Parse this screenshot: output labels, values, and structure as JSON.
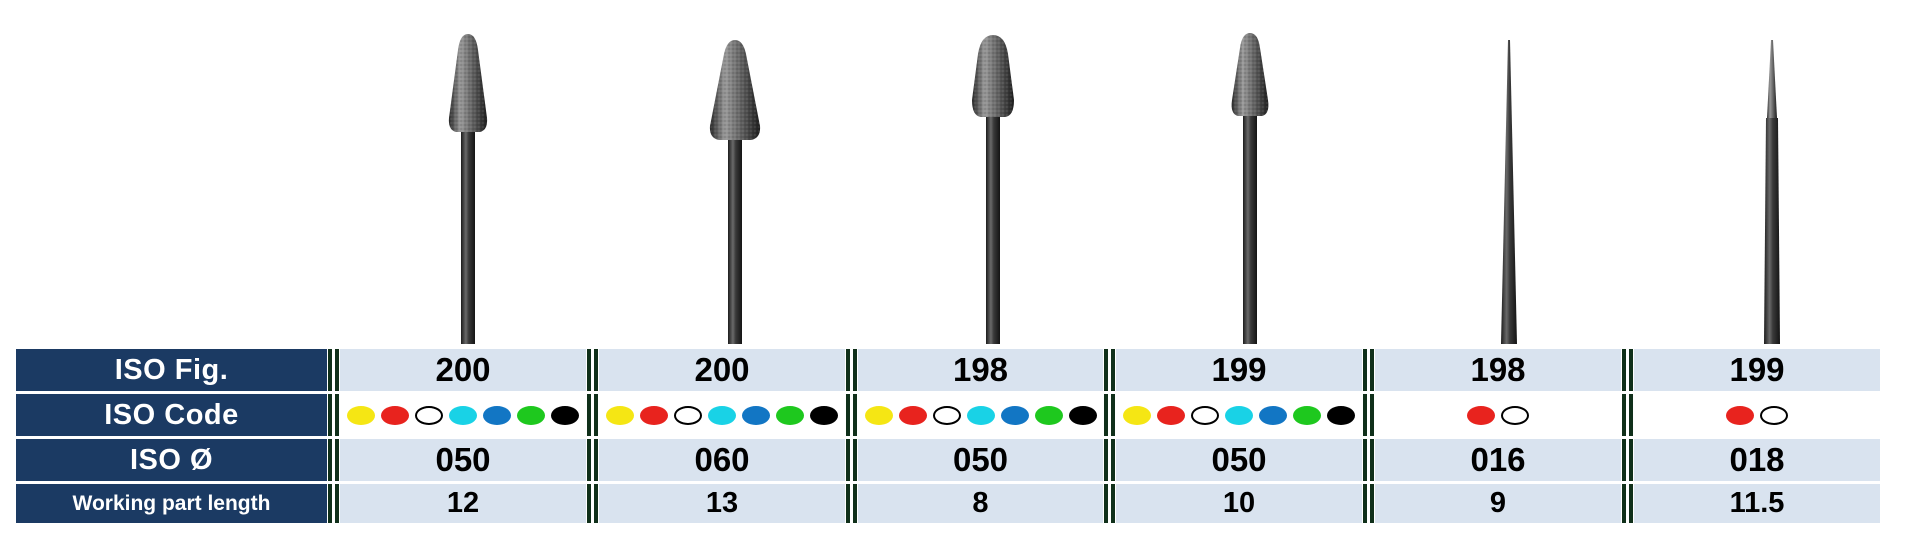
{
  "table": {
    "headers": {
      "fig": "ISO Fig.",
      "code": "ISO Code",
      "diam": "ISO Ø",
      "len": "Working part length"
    },
    "columns": [
      {
        "fig": "200",
        "diam": "050",
        "len": "12",
        "code_colors": [
          "#f5e614",
          "#e8231e",
          "open",
          "#19d2e6",
          "#1276c4",
          "#1ec81e",
          "#000000"
        ]
      },
      {
        "fig": "200",
        "diam": "060",
        "len": "13",
        "code_colors": [
          "#f5e614",
          "#e8231e",
          "open",
          "#19d2e6",
          "#1276c4",
          "#1ec81e",
          "#000000"
        ]
      },
      {
        "fig": "198",
        "diam": "050",
        "len": "8",
        "code_colors": [
          "#f5e614",
          "#e8231e",
          "open",
          "#19d2e6",
          "#1276c4",
          "#1ec81e",
          "#000000"
        ]
      },
      {
        "fig": "199",
        "diam": "050",
        "len": "10",
        "code_colors": [
          "#f5e614",
          "#e8231e",
          "open",
          "#19d2e6",
          "#1276c4",
          "#1ec81e",
          "#000000"
        ]
      },
      {
        "fig": "198",
        "diam": "016",
        "len": "9",
        "code_colors": [
          "#e8231e",
          "open"
        ]
      },
      {
        "fig": "199",
        "diam": "018",
        "len": "11.5",
        "code_colors": [
          "#e8231e",
          "open"
        ]
      }
    ]
  },
  "colors": {
    "header_bg": "#1b3a63",
    "cell_bg": "#d9e3ef",
    "separator": "#10301a"
  }
}
